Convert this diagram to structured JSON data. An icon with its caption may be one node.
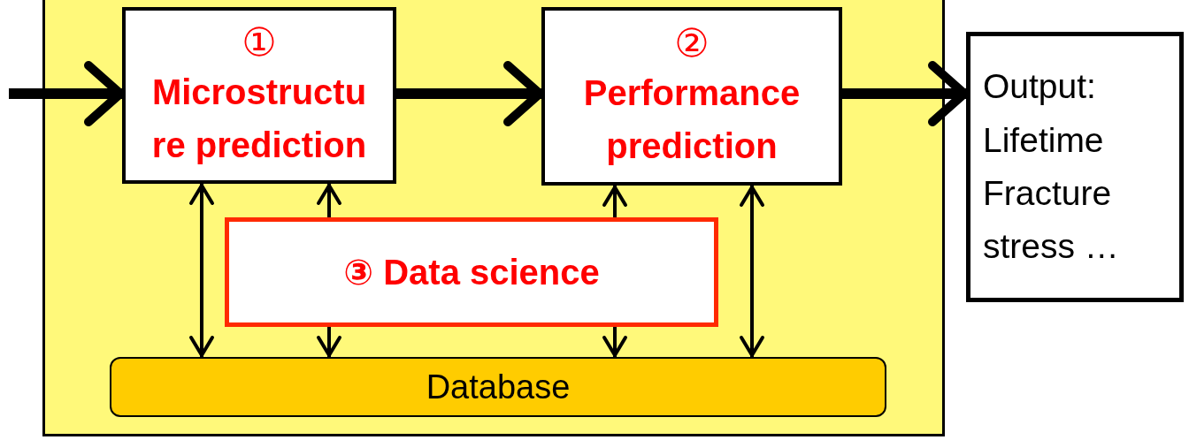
{
  "diagram": {
    "nodes": [
      {
        "text": [],
        "shape": "box"
      },
      {
        "text": [
          "①",
          "Microstructu re prediction"
        ],
        "in": 0
      },
      {
        "text": [
          "②",
          "Performance prediction"
        ],
        "in": 0
      },
      {
        "text": [
          "Output: Lifetime Fracture stress …"
        ]
      },
      {
        "text": [
          "③ Data science"
        ],
        "in": 0
      },
      {
        "text": [
          "Database"
        ],
        "in": 0
      }
    ],
    "edges": [
      {
        "from": null,
        "to": 1,
        "arrow": "to",
        "style": "thick"
      },
      {
        "from": 1,
        "to": 2,
        "arrow": "to",
        "style": "thick"
      },
      {
        "from": 2,
        "to": 3,
        "arrow": "to",
        "style": "thick"
      },
      {
        "from": 1,
        "to": 5,
        "arrow": "both"
      },
      {
        "from": 4,
        "to": 1,
        "arrow": "to"
      },
      {
        "from": 4,
        "to": 5,
        "arrow": "to"
      },
      {
        "from": 4,
        "to": 2,
        "arrow": "to"
      },
      {
        "from": 4,
        "to": 5,
        "arrow": "to"
      },
      {
        "from": 2,
        "to": 5,
        "arrow": "both"
      }
    ]
  }
}
